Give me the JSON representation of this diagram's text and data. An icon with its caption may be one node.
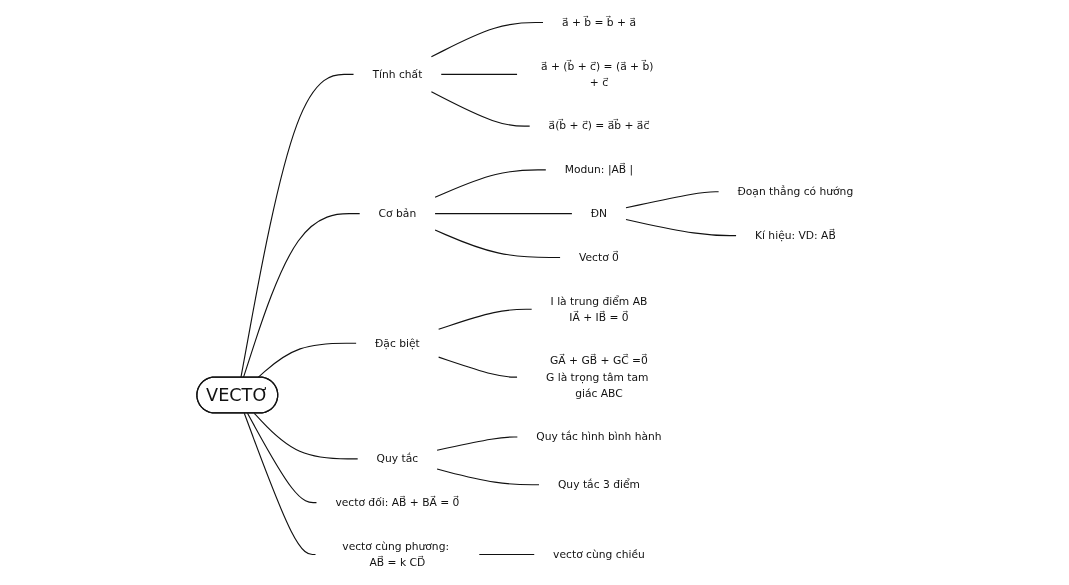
{
  "diagram": {
    "nodes": [
      {
        "text": [
          "VECTƠ"
        ]
      },
      {
        "text": [
          "Tính chất"
        ]
      },
      {
        "text": [
          "a⃗ + b⃗ = b⃗ + a⃗"
        ]
      },
      {
        "text": [
          "a⃗ + (b⃗ + c⃗) = (a⃗ + b⃗) + c⃗"
        ]
      },
      {
        "text": [
          "a⃗(b⃗ + c⃗) = a⃗b⃗ + a⃗c⃗"
        ]
      },
      {
        "text": [
          "Cơ bản"
        ]
      },
      {
        "text": [
          "Modun: |AB⃗ |"
        ]
      },
      {
        "text": [
          "ĐN"
        ]
      },
      {
        "text": [
          "Đoạn thẳng có hướng"
        ]
      },
      {
        "text": [
          "Kí hiệu: VD: AB⃗"
        ]
      },
      {
        "text": [
          "Vectơ 0⃗"
        ]
      },
      {
        "text": [
          "Đặc biệt"
        ]
      },
      {
        "text": [
          "I là trung điểm AB",
          "IA⃗ + IB⃗ = 0⃗"
        ]
      },
      {
        "text": [
          "GA⃗ + GB⃗ + GC⃗ =0⃗",
          "G là trọng tâm tam giác ABC"
        ]
      },
      {
        "text": [
          "Quy tắc"
        ]
      },
      {
        "text": [
          "Quy tắc hình bình hành"
        ]
      },
      {
        "text": [
          "Quy tắc 3 điểm"
        ]
      },
      {
        "text": [
          "vectơ đối: AB⃗ + BA⃗ = 0⃗"
        ]
      },
      {
        "text": [
          "vectơ cùng phương: AB⃗ = k CD⃗"
        ]
      },
      {
        "text": [
          "vectơ cùng chiều"
        ]
      }
    ],
    "edges": [
      {
        "from": 0,
        "to": 1,
        "arrow": "none"
      },
      {
        "from": 1,
        "to": 2,
        "arrow": "none"
      },
      {
        "from": 1,
        "to": 3,
        "arrow": "none"
      },
      {
        "from": 1,
        "to": 4,
        "arrow": "none"
      },
      {
        "from": 0,
        "to": 5,
        "arrow": "none"
      },
      {
        "from": 5,
        "to": 6,
        "arrow": "none"
      },
      {
        "from": 5,
        "to": 7,
        "arrow": "none"
      },
      {
        "from": 7,
        "to": 8,
        "arrow": "none"
      },
      {
        "from": 7,
        "to": 9,
        "arrow": "none"
      },
      {
        "from": 5,
        "to": 10,
        "arrow": "none"
      },
      {
        "from": 0,
        "to": 11,
        "arrow": "none"
      },
      {
        "from": 11,
        "to": 12,
        "arrow": "none"
      },
      {
        "from": 11,
        "to": 13,
        "arrow": "none"
      },
      {
        "from": 0,
        "to": 14,
        "arrow": "none"
      },
      {
        "from": 14,
        "to": 15,
        "arrow": "none"
      },
      {
        "from": 14,
        "to": 16,
        "arrow": "none"
      },
      {
        "from": 0,
        "to": 17,
        "arrow": "none"
      },
      {
        "from": 0,
        "to": 18,
        "arrow": "none"
      },
      {
        "from": 18,
        "to": 19,
        "arrow": "none"
      }
    ]
  }
}
